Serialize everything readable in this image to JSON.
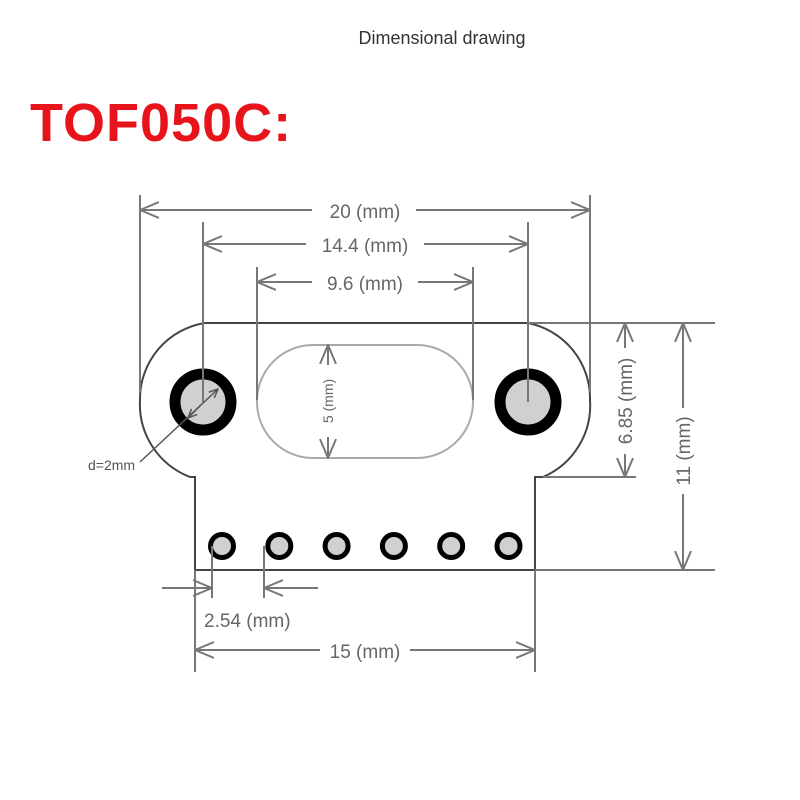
{
  "caption": "Dimensional drawing",
  "model": "TOF050C:",
  "colors": {
    "model": "#e8141c",
    "dimension": "#777777",
    "pad_fill": "#d0d0d0"
  },
  "dimensions": {
    "overall_width": "20 (mm)",
    "hole_spacing": "14.4 (mm)",
    "window_width": "9.6 (mm)",
    "window_height": "5 (mm)",
    "upper_height": "6.85 (mm)",
    "overall_height": "11 (mm)",
    "pin_pitch": "2.54 (mm)",
    "lower_width": "15 (mm)",
    "hole_diameter": "d=2mm"
  },
  "pin_count": 6
}
